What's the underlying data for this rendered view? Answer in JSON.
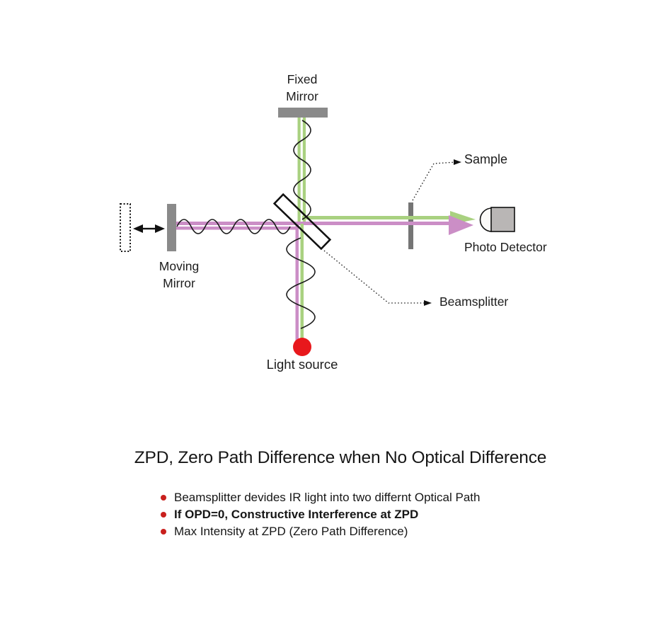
{
  "figure": {
    "labels": {
      "fixed_mirror": [
        "Fixed",
        "Mirror"
      ],
      "moving_mirror": [
        "Moving",
        "Mirror"
      ],
      "sample": "Sample",
      "photo_detector": "Photo Detector",
      "beamsplitter": "Beamsplitter",
      "light_source": "Light source"
    },
    "colors": {
      "beam_green": "#a9d180",
      "beam_pink": "#cb8ec6",
      "mirror_gray": "#8a8a8a",
      "sample_gray": "#757575",
      "detector_gray": "#b9b6b5",
      "detector_window": "#fbfaf8",
      "light_source_red": "#e8181c",
      "bullet_red": "#c9201d",
      "wave_black": "#1a1a1a"
    }
  },
  "caption": {
    "title": "ZPD, Zero Path Difference when No Optical Difference",
    "bullets": [
      {
        "text": "Beamsplitter devides IR light into two differnt Optical Path",
        "bold": false
      },
      {
        "text": "If OPD=0, Constructive Interference at ZPD",
        "bold": true
      },
      {
        "text": "Max Intensity at ZPD (Zero Path Difference)",
        "bold": false
      }
    ]
  }
}
